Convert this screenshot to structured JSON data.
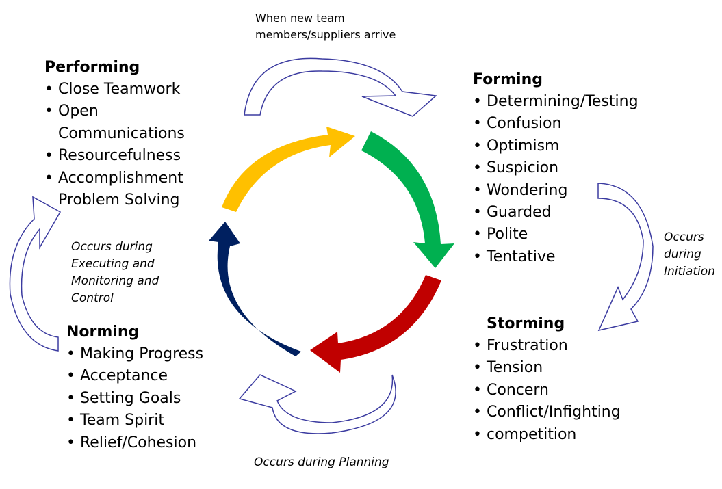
{
  "top_note": [
    "When new team",
    "members/suppliers arrive"
  ],
  "stages": {
    "performing": {
      "title": "Performing",
      "items": [
        "Close Teamwork",
        "Open",
        "Communications",
        "Resourcefulness",
        "Accomplishment",
        "Problem Solving"
      ]
    },
    "forming": {
      "title": "Forming",
      "items": [
        "Determining/Testing",
        "Confusion",
        "Optimism",
        "Suspicion",
        "Wondering",
        "Guarded",
        "Polite",
        "Tentative"
      ]
    },
    "storming": {
      "title": "Storming",
      "items": [
        "Frustration",
        "Tension",
        "Concern",
        "Conflict/Infighting",
        "competition"
      ]
    },
    "norming": {
      "title": "Norming",
      "items": [
        "Making Progress",
        "Acceptance",
        "Setting Goals",
        "Team Spirit",
        "Relief/Cohesion"
      ]
    }
  },
  "notes": {
    "executing": [
      "Occurs during",
      "Executing and",
      "Monitoring and",
      "Control"
    ],
    "initiation": [
      "Occurs",
      "during",
      "Initiation"
    ],
    "planning": "Occurs during Planning"
  },
  "colors": {
    "yellow": "#FFC000",
    "green": "#00B050",
    "red": "#C00000",
    "navy": "#002060",
    "outline": "#3B3BA0"
  }
}
